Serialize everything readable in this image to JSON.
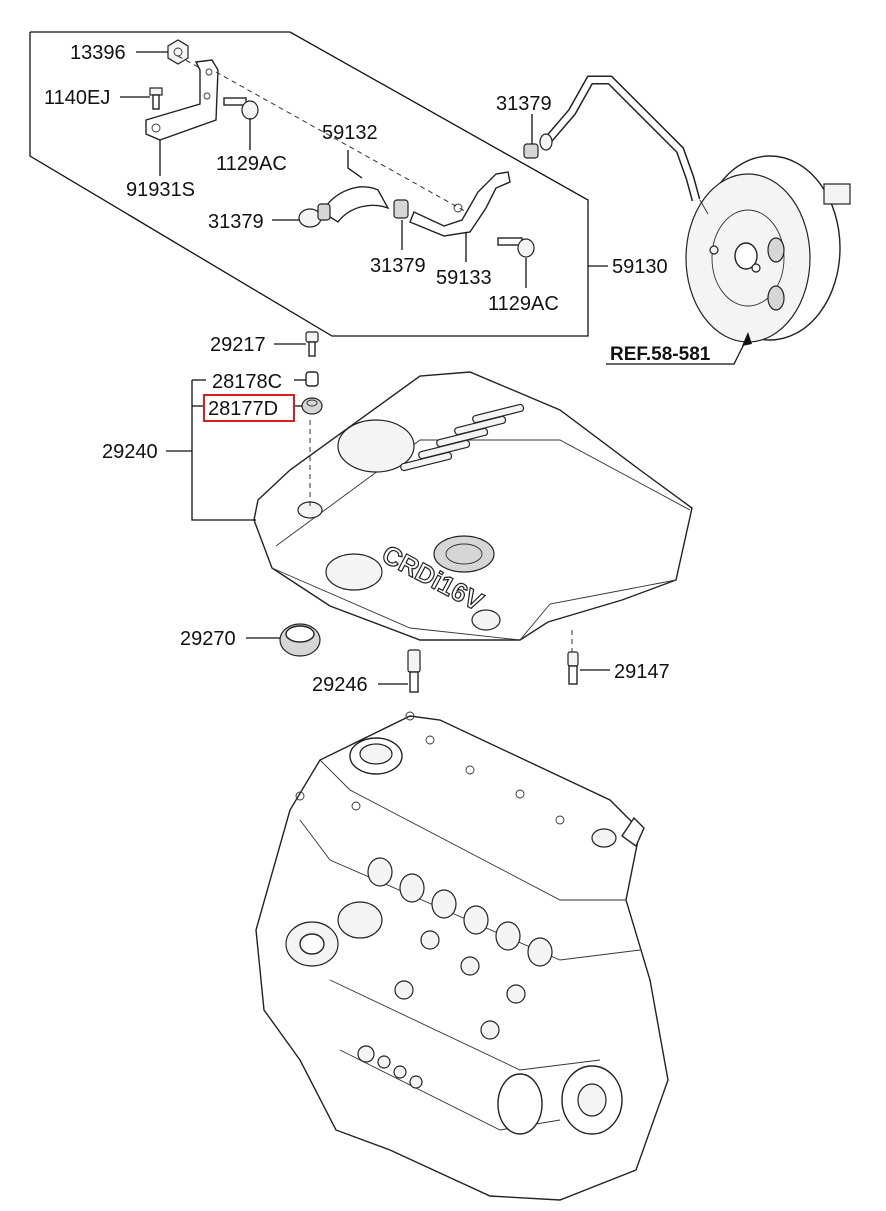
{
  "parts": {
    "p13396": "13396",
    "p1140EJ": "1140EJ",
    "p1129AC_a": "1129AC",
    "p91931S": "91931S",
    "p59132": "59132",
    "p31379_a": "31379",
    "p31379_b": "31379",
    "p31379_c": "31379",
    "p59133": "59133",
    "p1129AC_b": "1129AC",
    "p59130": "59130",
    "p29217": "29217",
    "p28178C": "28178C",
    "p28177D": "28177D",
    "p29240": "29240",
    "p29270": "29270",
    "p29246": "29246",
    "p29147": "29147"
  },
  "reference": "REF.58-581",
  "cover_logo_text": "CRDi16V",
  "highlight_color": "#d81e1e"
}
